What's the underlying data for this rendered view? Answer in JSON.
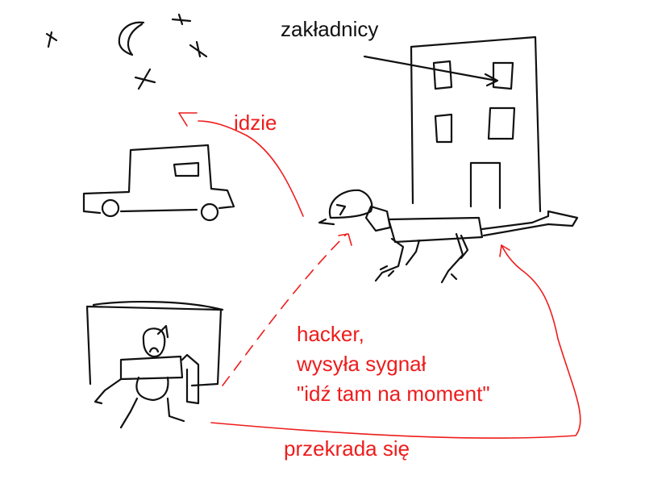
{
  "colors": {
    "ink": "#111111",
    "accent": "#ee1c1c",
    "background": "#ffffff"
  },
  "labels": {
    "hostages": "zakładnicy",
    "goes": "idzie",
    "hacker_lines": [
      "hacker,",
      "wysyła sygnał",
      "\"idź tam na moment\""
    ],
    "sneaks": "przekrada się"
  },
  "icons": [
    "moon-icon",
    "star-icon",
    "car-icon",
    "building-icon",
    "robot-dog-icon",
    "hacker-figure-icon"
  ]
}
